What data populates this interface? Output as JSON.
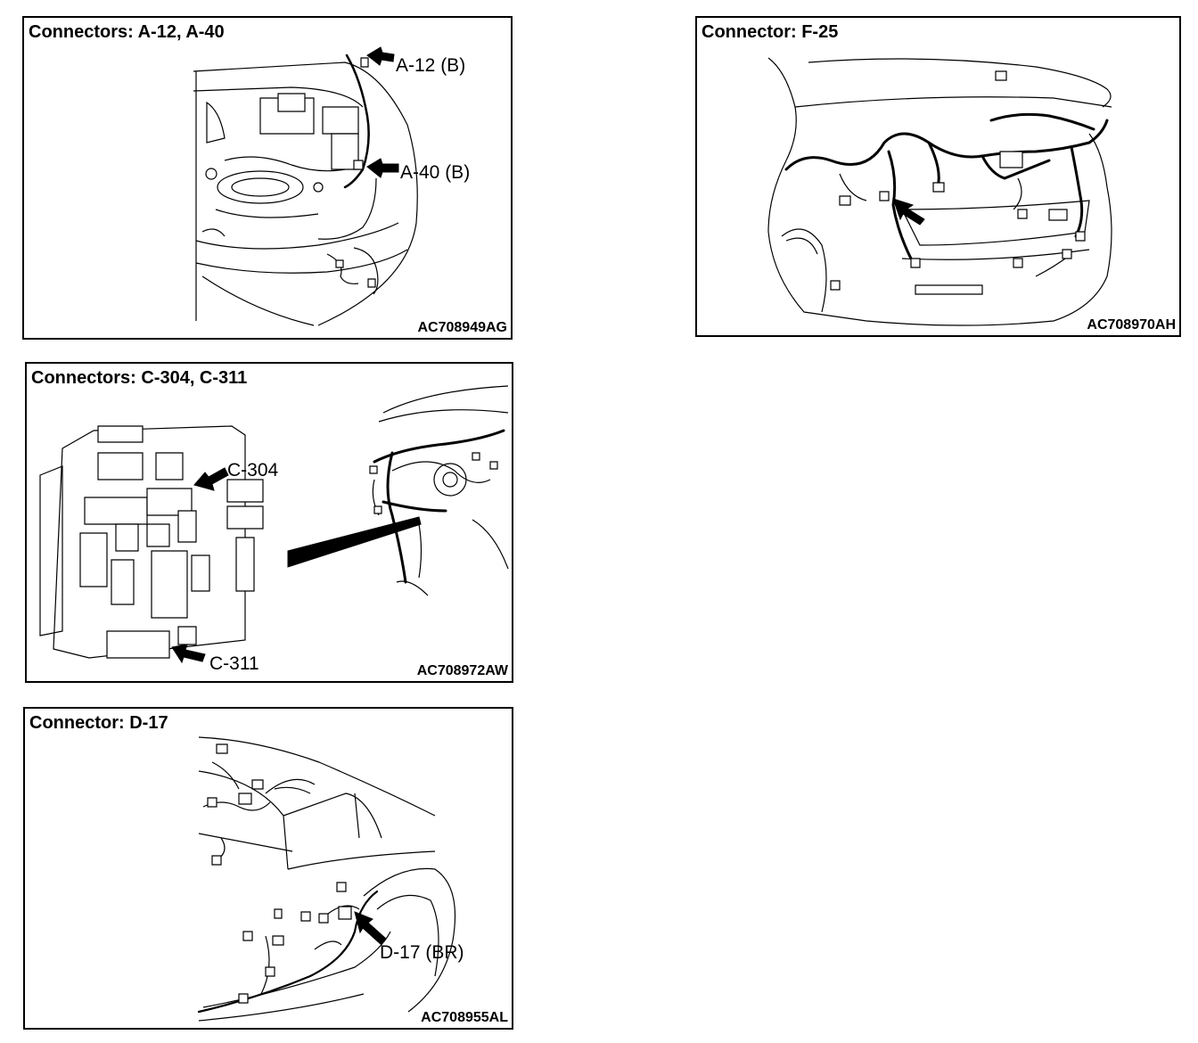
{
  "panels": [
    {
      "id": "a",
      "title": "Connectors: A-12, A-40",
      "code": "AC708949AG",
      "callouts": [
        "A-12 (B)",
        "A-40 (B)"
      ]
    },
    {
      "id": "f",
      "title": "Connector: F-25",
      "code": "AC708970AH",
      "callouts": []
    },
    {
      "id": "c",
      "title": "Connectors: C-304, C-311",
      "code": "AC708972AW",
      "callouts": [
        "C-304",
        "C-311"
      ]
    },
    {
      "id": "d",
      "title": "Connector: D-17",
      "code": "AC708955AL",
      "callouts": [
        "D-17 (BR)"
      ]
    }
  ],
  "icons": {
    "pointer": "arrow-icon"
  }
}
